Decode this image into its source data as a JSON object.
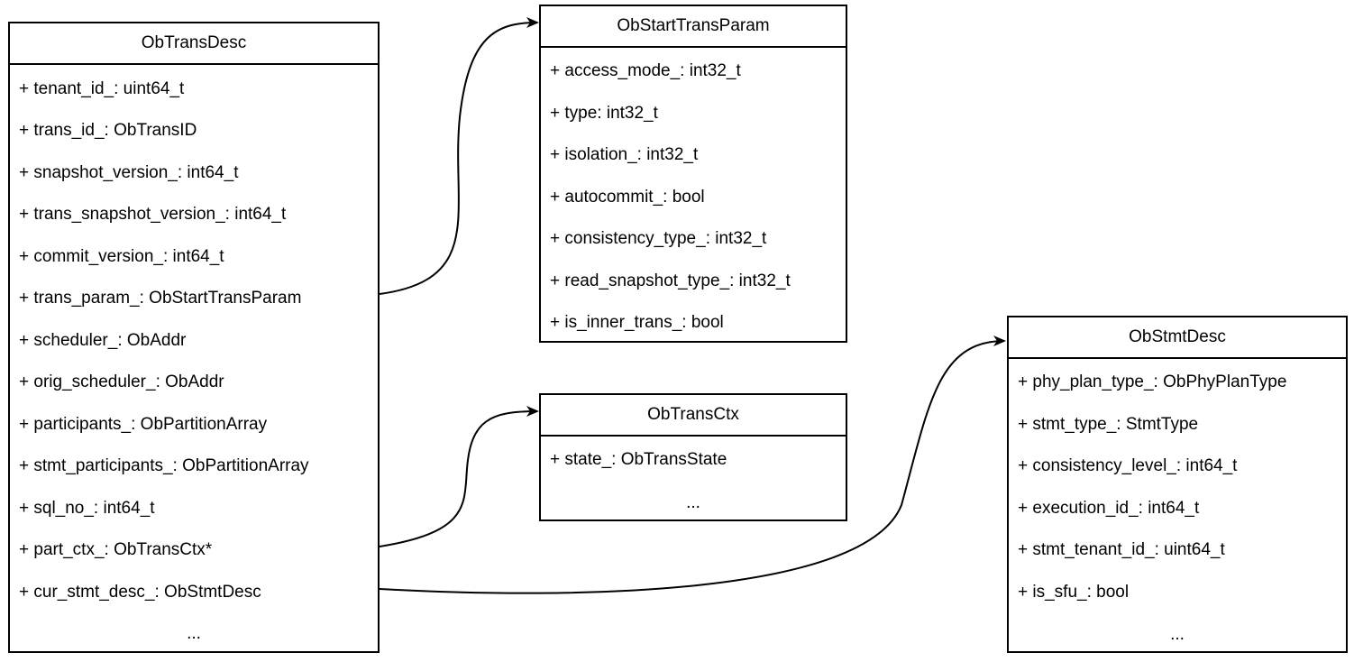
{
  "classes": {
    "trans_desc": {
      "name": "ObTransDesc",
      "fields": [
        "+ tenant_id_: uint64_t",
        "+ trans_id_: ObTransID",
        "+ snapshot_version_: int64_t",
        "+ trans_snapshot_version_: int64_t",
        "+ commit_version_: int64_t",
        "+ trans_param_: ObStartTransParam",
        "+ scheduler_: ObAddr",
        "+ orig_scheduler_: ObAddr",
        "+ participants_: ObPartitionArray",
        "+ stmt_participants_: ObPartitionArray",
        "+ sql_no_: int64_t",
        "+ part_ctx_: ObTransCtx*",
        "+ cur_stmt_desc_: ObStmtDesc"
      ],
      "ellipsis": "..."
    },
    "start_trans_param": {
      "name": "ObStartTransParam",
      "fields": [
        "+ access_mode_: int32_t",
        "+ type: int32_t",
        "+ isolation_: int32_t",
        "+ autocommit_: bool",
        "+ consistency_type_: int32_t",
        "+ read_snapshot_type_: int32_t",
        "+ is_inner_trans_: bool"
      ]
    },
    "trans_ctx": {
      "name": "ObTransCtx",
      "fields": [
        "+ state_: ObTransState"
      ],
      "ellipsis": "..."
    },
    "stmt_desc": {
      "name": "ObStmtDesc",
      "fields": [
        "+ phy_plan_type_: ObPhyPlanType",
        "+ stmt_type_: StmtType",
        "+ consistency_level_: int64_t",
        "+ execution_id_: int64_t",
        "+ stmt_tenant_id_: uint64_t",
        "+ is_sfu_: bool"
      ],
      "ellipsis": "..."
    }
  },
  "connectors": [
    {
      "from": "trans_param_",
      "to": "ObStartTransParam"
    },
    {
      "from": "part_ctx_",
      "to": "ObTransCtx"
    },
    {
      "from": "cur_stmt_desc_",
      "to": "ObStmtDesc"
    }
  ],
  "colors": {
    "stroke": "#000000",
    "background": "#ffffff"
  }
}
